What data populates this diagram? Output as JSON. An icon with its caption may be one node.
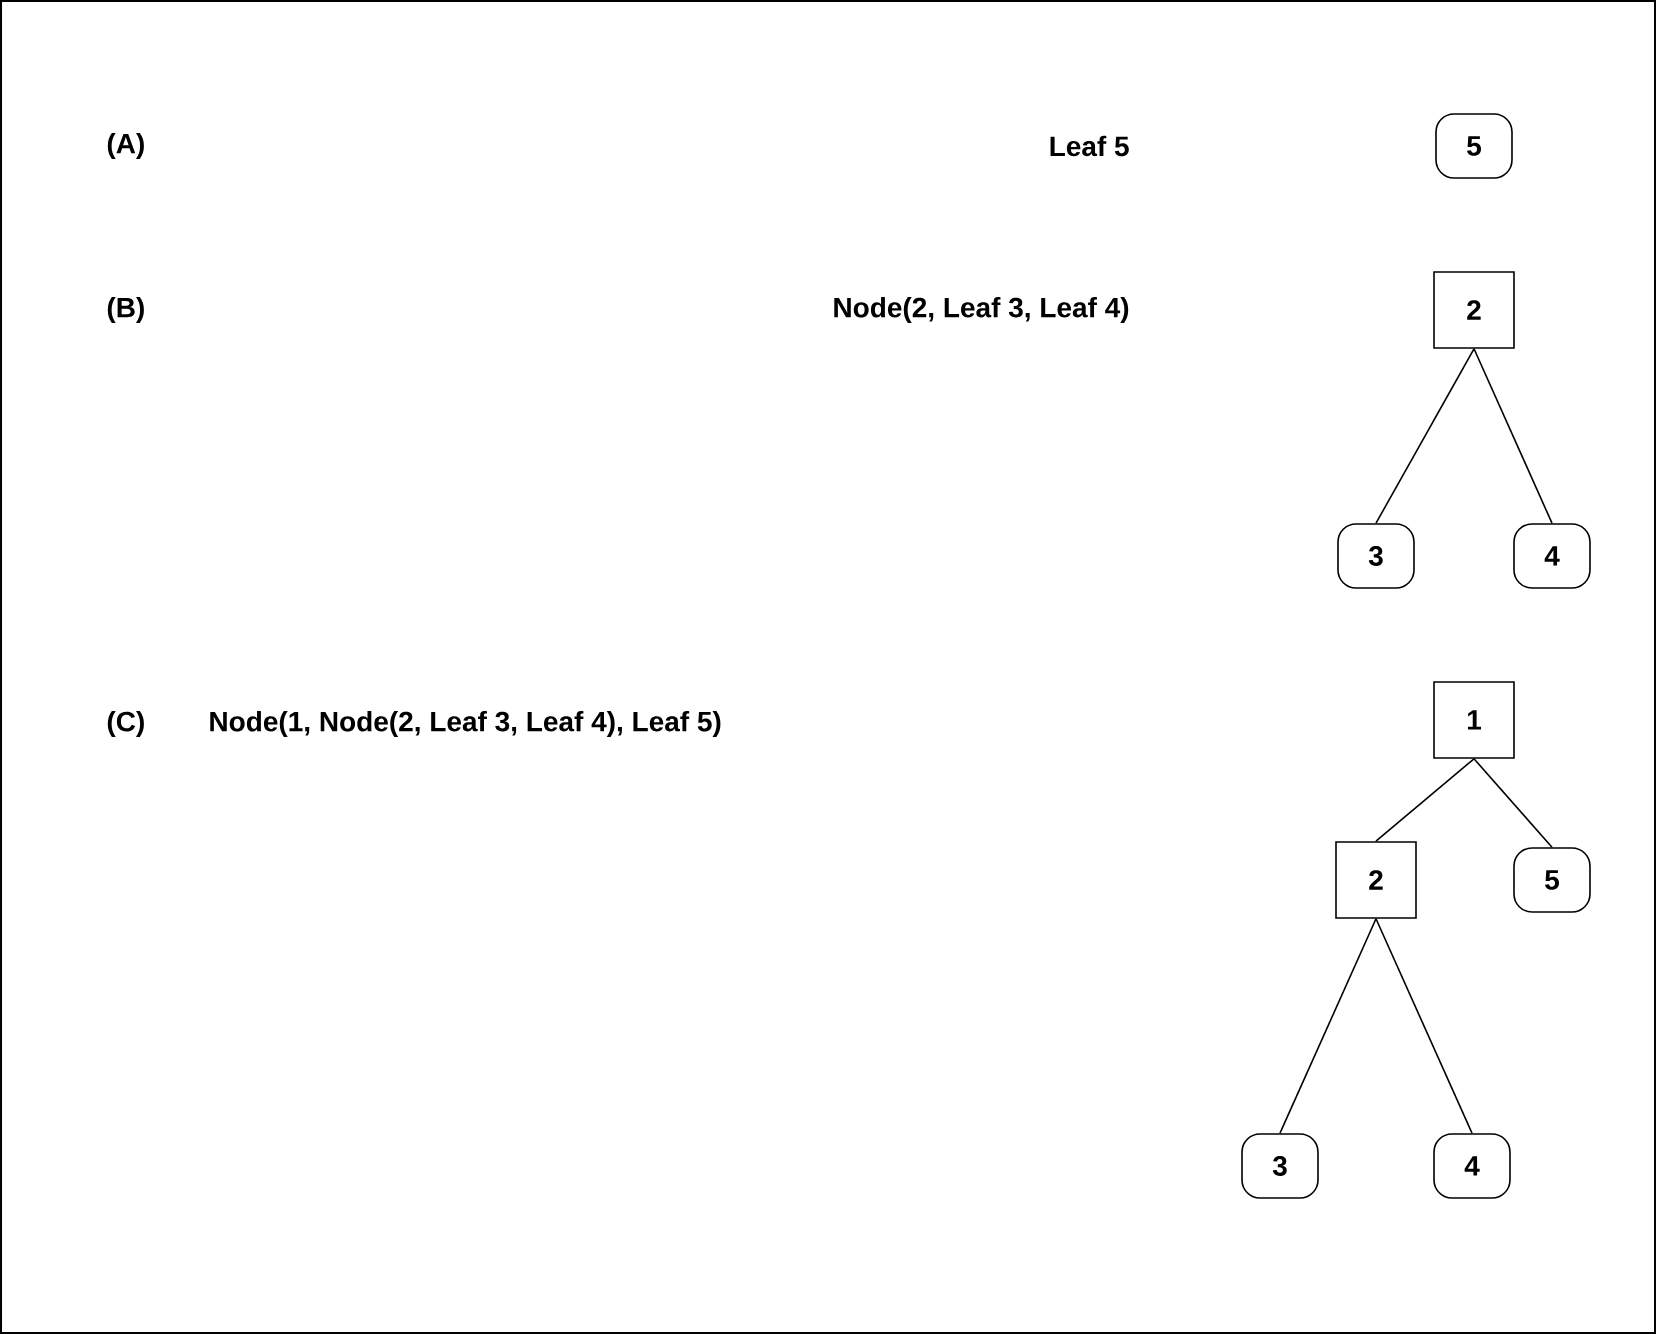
{
  "diagram": {
    "nodes": [
      {
        "text": [
          "5"
        ]
      },
      {
        "text": [
          "2"
        ]
      },
      {
        "text": [
          "3"
        ]
      },
      {
        "text": [
          "4"
        ]
      },
      {
        "text": [
          "1"
        ]
      },
      {
        "text": [
          "2"
        ]
      },
      {
        "text": [
          "5"
        ]
      },
      {
        "text": [
          "3"
        ]
      },
      {
        "text": [
          "4"
        ]
      }
    ],
    "edges": [
      {
        "from": 1,
        "to": 2,
        "arrow": "none"
      },
      {
        "from": 1,
        "to": 3,
        "arrow": "none"
      },
      {
        "from": 4,
        "to": 5,
        "arrow": "none"
      },
      {
        "from": 4,
        "to": 6,
        "arrow": "none"
      },
      {
        "from": 5,
        "to": 7,
        "arrow": "none"
      },
      {
        "from": 5,
        "to": 8,
        "arrow": "none"
      }
    ],
    "labels": [
      "(A)",
      "Leaf 5",
      "(B)",
      "Node(2, Leaf 3, Leaf 4)",
      "(C)",
      "Node(1, Node(2, Leaf 3, Leaf 4), Leaf 5)"
    ]
  }
}
